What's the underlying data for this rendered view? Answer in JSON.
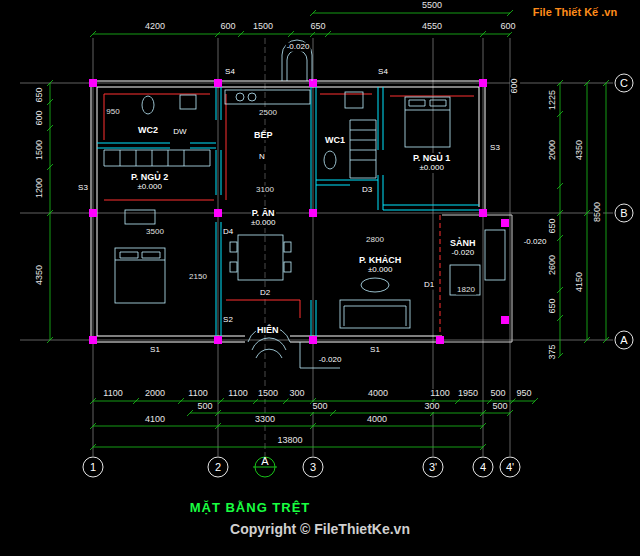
{
  "diagram": {
    "title": "MẶT BẰNG TRỆT",
    "nodes": [
      {
        "text": [
          "WC2"
        ]
      },
      {
        "text": [
          "BẾP"
        ]
      },
      {
        "text": [
          "WC1"
        ]
      },
      {
        "text": [
          "P. NGỦ 1",
          "±0.000"
        ]
      },
      {
        "text": [
          "P. NGỦ 2",
          "±0.000"
        ]
      },
      {
        "text": [
          "P. ĂN",
          "±0.000"
        ]
      },
      {
        "text": [
          "P. KHÁCH",
          "±0.000"
        ]
      },
      {
        "text": [
          "SẢNH",
          "-0.020"
        ]
      },
      {
        "text": [
          "HIÊN"
        ]
      }
    ],
    "labels": [
      "4200",
      "600",
      "1500",
      "650",
      "5500",
      "4550",
      "600",
      "650",
      "600",
      "1500",
      "1200",
      "4350",
      "600",
      "1225",
      "2000",
      "650",
      "2600",
      "650",
      "375",
      "4350",
      "4150",
      "8500",
      "1100",
      "2000",
      "1100",
      "1100",
      "1500",
      "300",
      "4000",
      "1100",
      "1950",
      "500",
      "950",
      "500",
      "500",
      "300",
      "500",
      "4100",
      "3300",
      "4000",
      "13800",
      "1",
      "2",
      "A",
      "3",
      "3'",
      "4",
      "4'",
      "C",
      "B",
      "A",
      "-0.020",
      "-0.020",
      "-0.020",
      "S4",
      "S4",
      "S3",
      "S3",
      "S1",
      "S1",
      "S2",
      "D1",
      "D2",
      "D3",
      "D4",
      "DW",
      "N",
      "3500",
      "2150",
      "3100",
      "2800",
      "2500",
      "1820",
      "950",
      "File Thiết Kế .vn",
      "Copyright © FileThietKe.vn"
    ]
  }
}
